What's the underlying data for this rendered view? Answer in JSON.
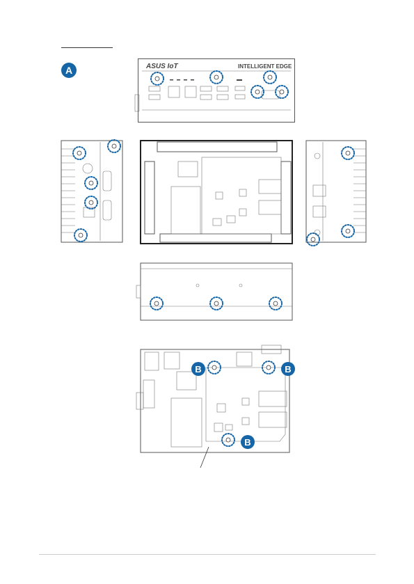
{
  "page": {
    "callouts": {
      "a_label": "A",
      "b_label": "B"
    },
    "front_panel": {
      "brand": "ASUS IoT",
      "product_line": "INTELLIGENT EDGE"
    },
    "colors": {
      "accent": "#1565a7",
      "line": "#555555",
      "footer_rule": "#cccccc"
    },
    "icons": [
      "screw-marker",
      "callout-badge",
      "usb-port",
      "ethernet-port",
      "hdmi-port",
      "com-port",
      "antenna-jack"
    ]
  }
}
